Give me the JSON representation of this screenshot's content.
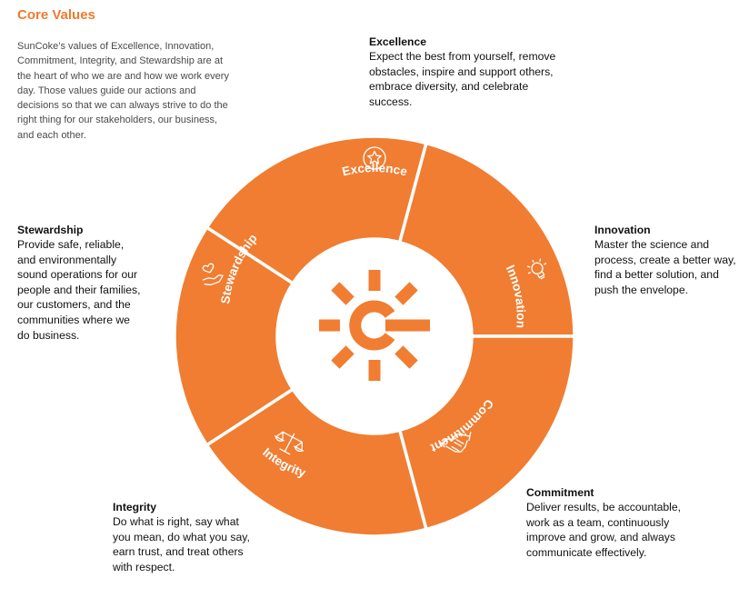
{
  "title": "Core Values",
  "intro": "SunCoke’s values of Excellence, Innovation, Commitment, Integrity, and Stewardship are at the heart of who we are and how we work every day. Those values guide our actions and decisions so that we can always strive to do the right thing for our stakeholders, our business, and each other.",
  "colors": {
    "accent": "#f07d31",
    "title": "#ee7a30"
  },
  "values": [
    {
      "id": "excellence",
      "name": "Excellence",
      "icon": "star-badge-icon",
      "description": "Expect the best from yourself, remove obstacles, inspire and support others, embrace diversity, and celebrate success."
    },
    {
      "id": "innovation",
      "name": "Innovation",
      "icon": "lightbulb-icon",
      "description": "Master the science and process, create a better way, find a better solution, and push the envelope."
    },
    {
      "id": "commitment",
      "name": "Commitment",
      "icon": "handshake-icon",
      "description": "Deliver results, be accountable, work as a team, continuously improve and grow, and always communicate effectively."
    },
    {
      "id": "integrity",
      "name": "Integrity",
      "icon": "scales-icon",
      "description": "Do what is right, say what you mean, do what you say, earn trust, and treat others with respect."
    },
    {
      "id": "stewardship",
      "name": "Stewardship",
      "icon": "hand-heart-icon",
      "description": "Provide safe, reliable, and environmentally sound operations for our people and their families, our customers, and the communities where we do business."
    }
  ],
  "center_logo": "suncoke-sun-logo-icon"
}
